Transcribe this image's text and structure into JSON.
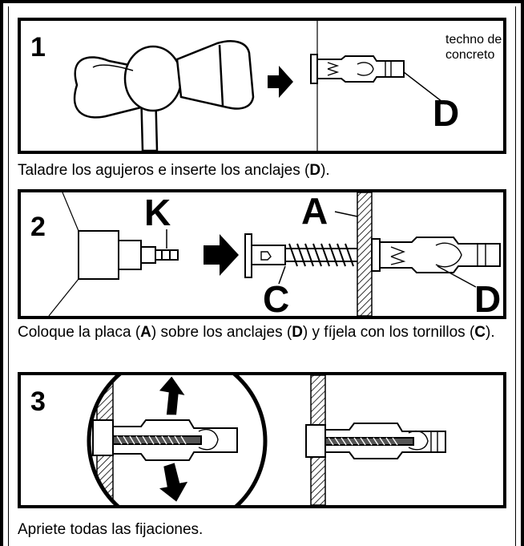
{
  "step1": {
    "number": "1",
    "note_line1": "techno de",
    "note_line2": "concreto",
    "label_d": "D",
    "caption_pre": "Taladre los agujeros e inserte los anclajes (",
    "caption_bold": "D",
    "caption_post": ")."
  },
  "step2": {
    "number": "2",
    "label_k": "K",
    "label_a": "A",
    "label_c": "C",
    "label_d": "D",
    "caption_p1": "Coloque la placa (",
    "caption_b1": "A",
    "caption_p2": ") sobre los anclajes (",
    "caption_b2": "D",
    "caption_p3": ") y fíjela con los tornillos (",
    "caption_b3": "C",
    "caption_p4": ")."
  },
  "step3": {
    "number": "3",
    "caption": "Apriete todas las fijaciones."
  }
}
